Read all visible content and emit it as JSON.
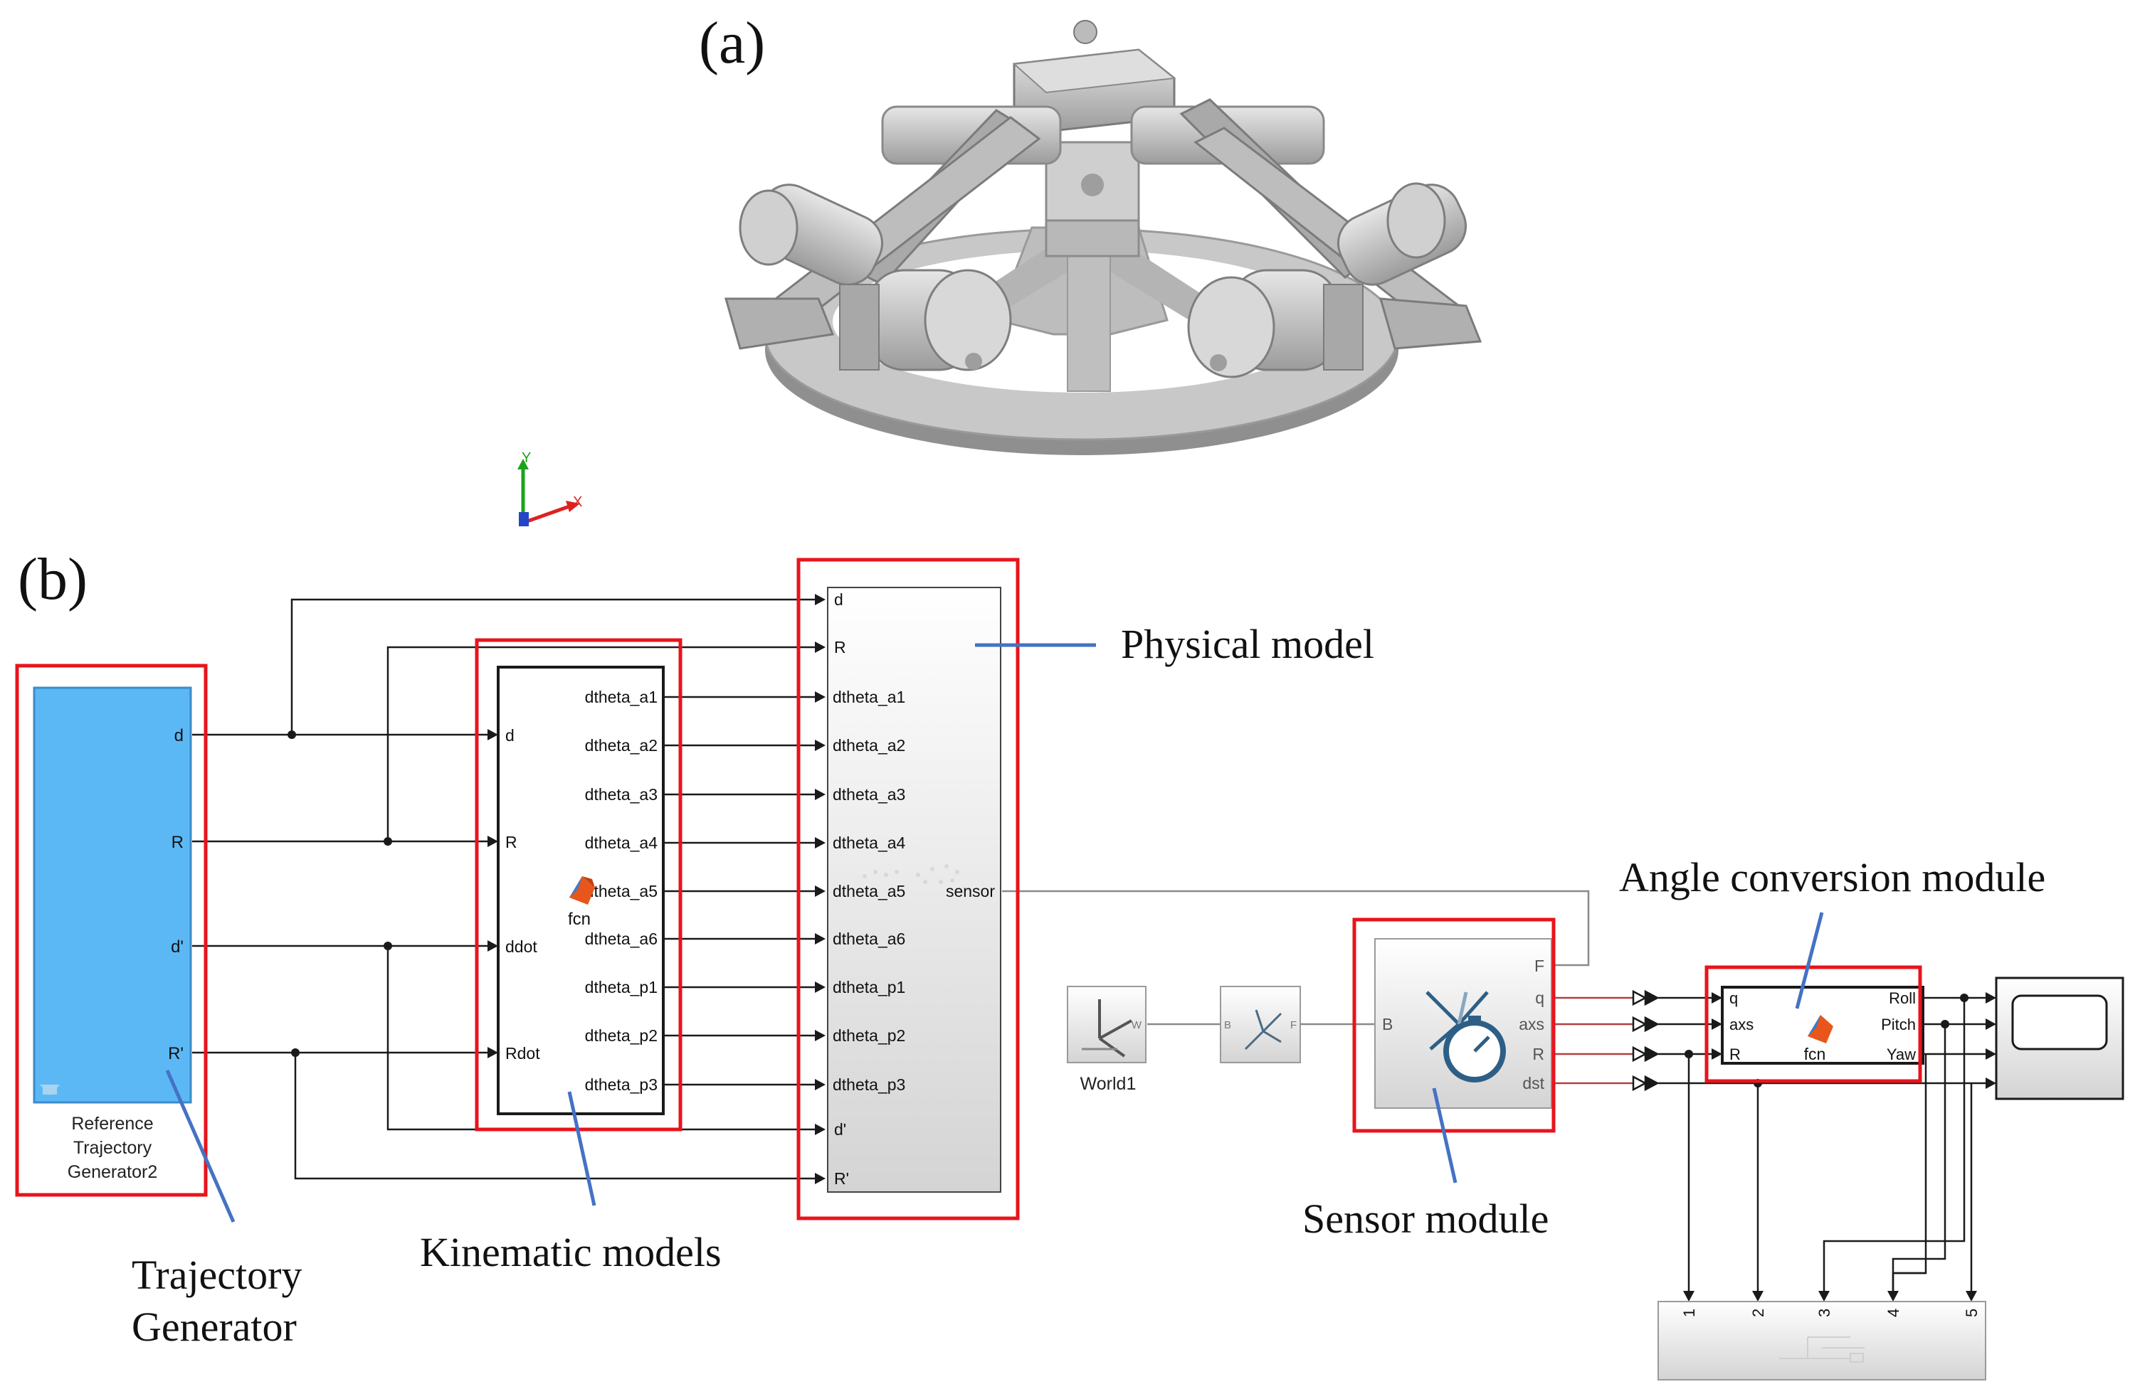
{
  "figure": {
    "label_a": "(a)",
    "label_b": "(b)"
  },
  "axes_triad": {
    "y": "Y",
    "x": "X"
  },
  "blocks": {
    "trajectory_generator": {
      "ports": [
        "d",
        "R",
        "d'",
        "R'"
      ],
      "caption": [
        "Reference",
        "Trajectory",
        "Generator2"
      ]
    },
    "kinematic_fcn": {
      "inputs": [
        "d",
        "R",
        "ddot",
        "Rdot"
      ],
      "outputs": [
        "dtheta_a1",
        "dtheta_a2",
        "dtheta_a3",
        "dtheta_a4",
        "dtheta_a5",
        "dtheta_a6",
        "dtheta_p1",
        "dtheta_p2",
        "dtheta_p3"
      ],
      "name": "fcn"
    },
    "physical_model": {
      "inputs": [
        "d",
        "R",
        "dtheta_a1",
        "dtheta_a2",
        "dtheta_a3",
        "dtheta_a4",
        "dtheta_a5",
        "dtheta_a6",
        "dtheta_p1",
        "dtheta_p2",
        "dtheta_p3",
        "d'",
        "R'"
      ],
      "output": "sensor"
    },
    "world": {
      "port": "W",
      "name": "World1"
    },
    "transform": {
      "in": "B",
      "out": "F"
    },
    "sensor": {
      "in": "B",
      "outputs": [
        "F",
        "q",
        "axs",
        "R",
        "dst"
      ]
    },
    "angle_fcn": {
      "inputs": [
        "q",
        "axs",
        "R"
      ],
      "outputs": [
        "Roll",
        "Pitch",
        "Yaw"
      ],
      "name": "fcn"
    },
    "mux": {
      "ports": [
        "1",
        "2",
        "3",
        "4",
        "5"
      ]
    }
  },
  "annotations": {
    "physical_model": "Physical model",
    "angle_conversion": "Angle conversion module",
    "sensor_module": "Sensor module",
    "kinematic_models": "Kinematic models",
    "trajectory_generator": [
      "Trajectory",
      "Generator"
    ]
  },
  "colors": {
    "highlight_box": "#e8141c",
    "callout_line": "#4472c4",
    "generator_fill": "#5bb8f5",
    "block_border": "#1a1a1a",
    "signal_wire": "#1a1a1a",
    "dst_wire": "#b04040",
    "gray_block_border": "#9a9a9a",
    "sensor_icon": "#2d5f86",
    "matlab_icon": "#e8561b"
  }
}
